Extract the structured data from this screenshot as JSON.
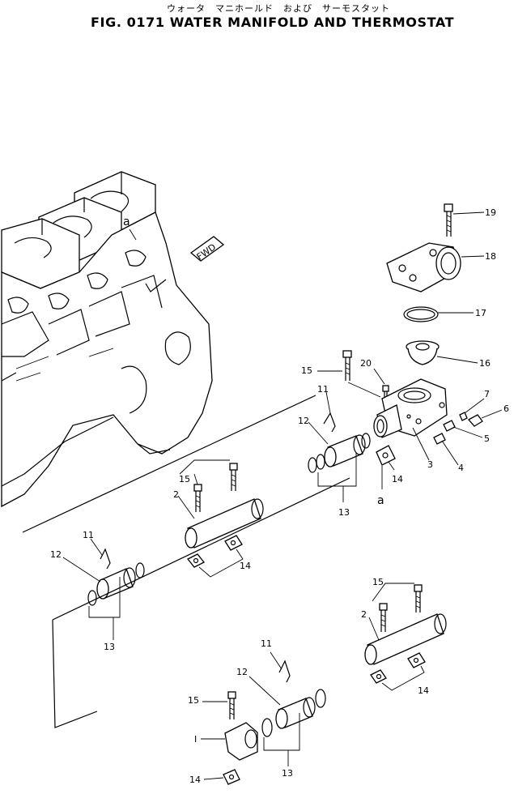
{
  "header": {
    "japanese_title": "ウォータ　マニホールド　および　サーモスタット",
    "title": "FIG. 0171  WATER  MANIFOLD  AND  THERMOSTAT"
  },
  "callouts": {
    "c19": "19",
    "c18": "18",
    "c17": "17",
    "c16": "16",
    "c15a": "15",
    "c20": "20",
    "c11a": "11",
    "c12a": "12",
    "c7": "7",
    "c6": "6",
    "c5": "5",
    "c4": "4",
    "c3": "3",
    "c14a": "14",
    "c13a": "13",
    "ca1": "a",
    "ca2": "a",
    "c15b": "15",
    "c2a": "2",
    "c14b": "14",
    "c11b": "11",
    "c12b": "12",
    "c13b": "13",
    "c15c": "15",
    "c2b": "2",
    "c14c": "14",
    "c11c": "11",
    "c12c": "12",
    "c15d": "15",
    "c1": "I",
    "c13c": "13",
    "c14d": "14"
  },
  "engine": {
    "fwd_marker": "FWD"
  }
}
